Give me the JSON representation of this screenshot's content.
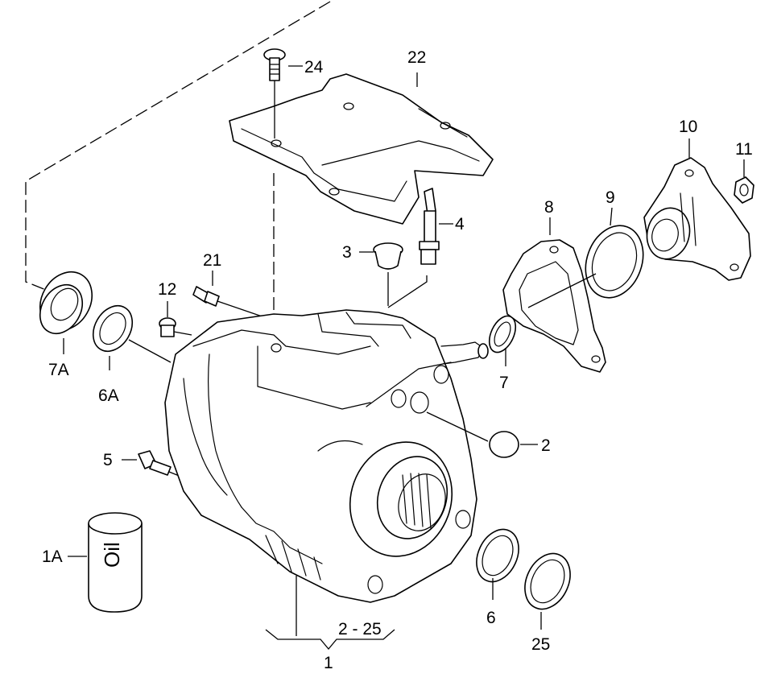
{
  "diagram": {
    "callouts": {
      "c1A": "1A",
      "c2a": "2",
      "c3": "3",
      "c4": "4",
      "c5": "5",
      "c6": "6",
      "c6A": "6A",
      "c7": "7",
      "c7A": "7A",
      "c8": "8",
      "c9": "9",
      "c10": "10",
      "c11": "11",
      "c12": "12",
      "c21": "21",
      "c22": "22",
      "c24": "24",
      "c25": "25",
      "range": "2 - 25",
      "assembly": "1"
    }
  }
}
